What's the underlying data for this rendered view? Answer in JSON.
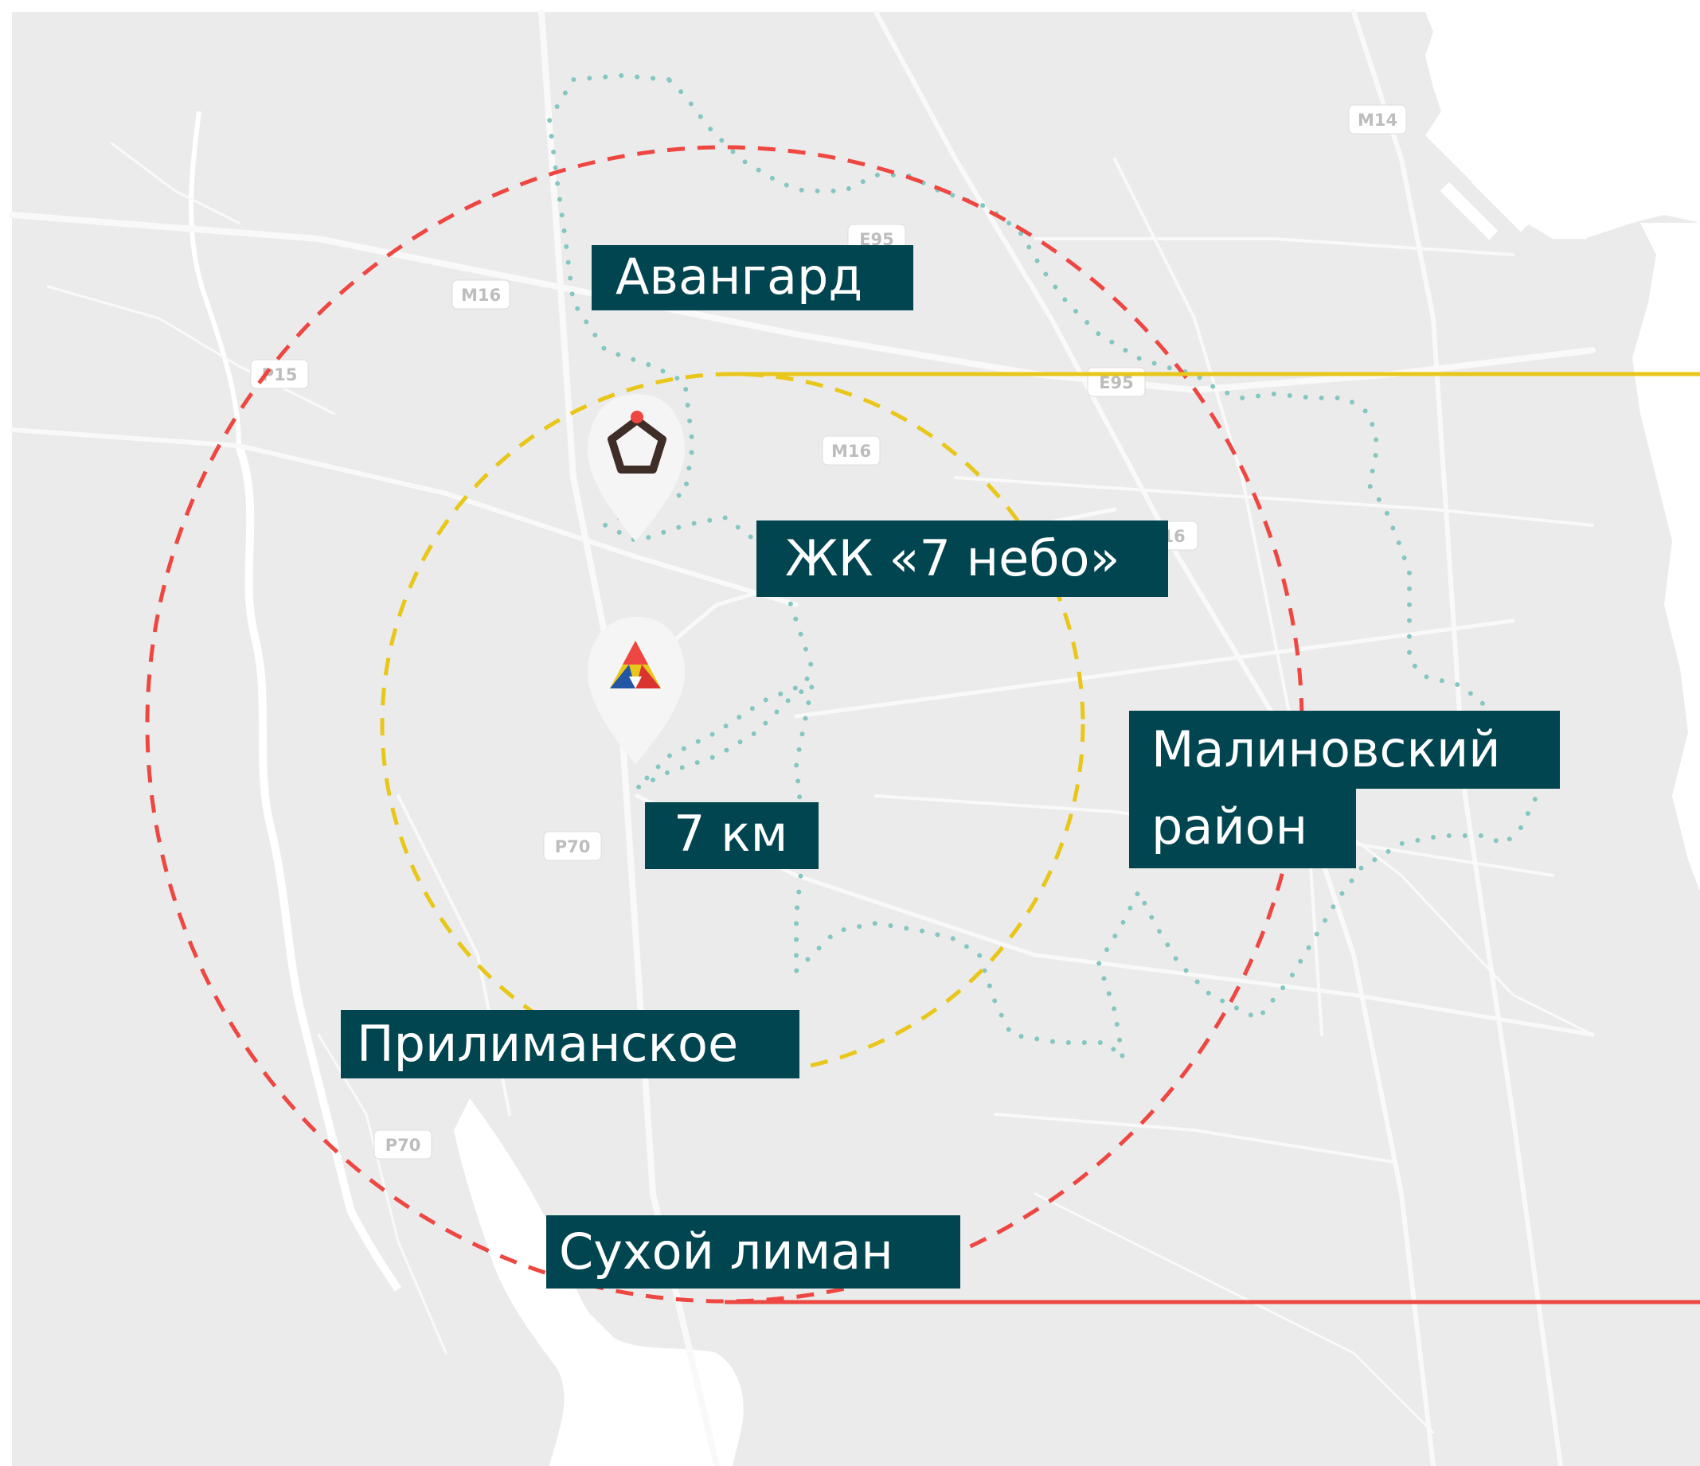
{
  "map": {
    "colors": {
      "land": "#ebebeb",
      "water": "#ffffff",
      "road": "#f9f9f9",
      "outer_ring": "#ee4741",
      "inner_ring": "#e9c61a",
      "district_boundary": "#83c7c0",
      "label_bg": "#00454f",
      "label_text": "#ffffff",
      "marker_bg": "#f5f5f5"
    },
    "place_labels": {
      "avangard": "Авангард",
      "complex": "ЖК «7 небо»",
      "malinovsky_line1": "Малиновский",
      "malinovsky_line2": "район",
      "distance": "7 км",
      "prilimanskoe": "Прилиманское",
      "sukhoy_liman": "Сухой лиман"
    },
    "road_badges": {
      "m16_west": "M16",
      "m16_center": "M16",
      "m16_east": "16",
      "m15": "P15",
      "e95": "E95",
      "e95_east": "E95",
      "m14": "M14",
      "p70_north": "P70",
      "p70_south": "P70"
    },
    "markers": [
      {
        "name": "pentagon-logo-marker",
        "icon": "pentagon-icon"
      },
      {
        "name": "a-logo-marker",
        "icon": "triangle-a-icon"
      }
    ]
  }
}
